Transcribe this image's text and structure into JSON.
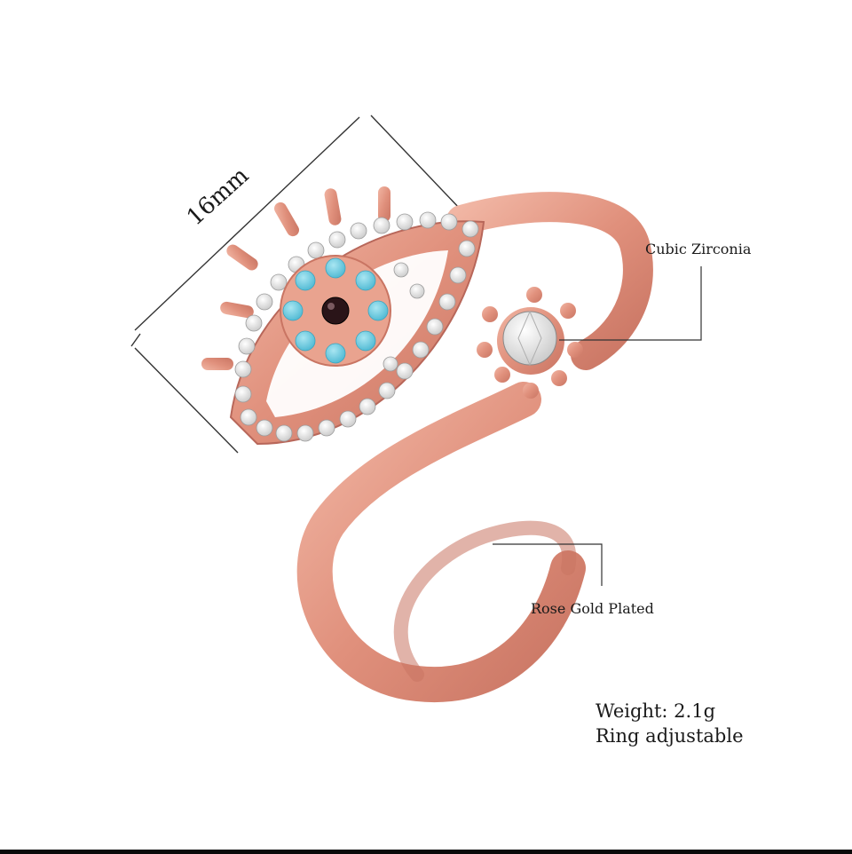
{
  "product": {
    "dimension_label": "16mm",
    "stone_label": "Cubic Zirconia",
    "plating_label": "Rose Gold Plated",
    "weight_label": "Weight: 2.1g",
    "adjustable_label": "Ring adjustable"
  },
  "colors": {
    "rose_gold": "#e39a86",
    "rose_gold_dark": "#b8675a",
    "turquoise": "#6ecfe3",
    "pupil": "#2a1418",
    "crystal": "#f2f2f2"
  }
}
